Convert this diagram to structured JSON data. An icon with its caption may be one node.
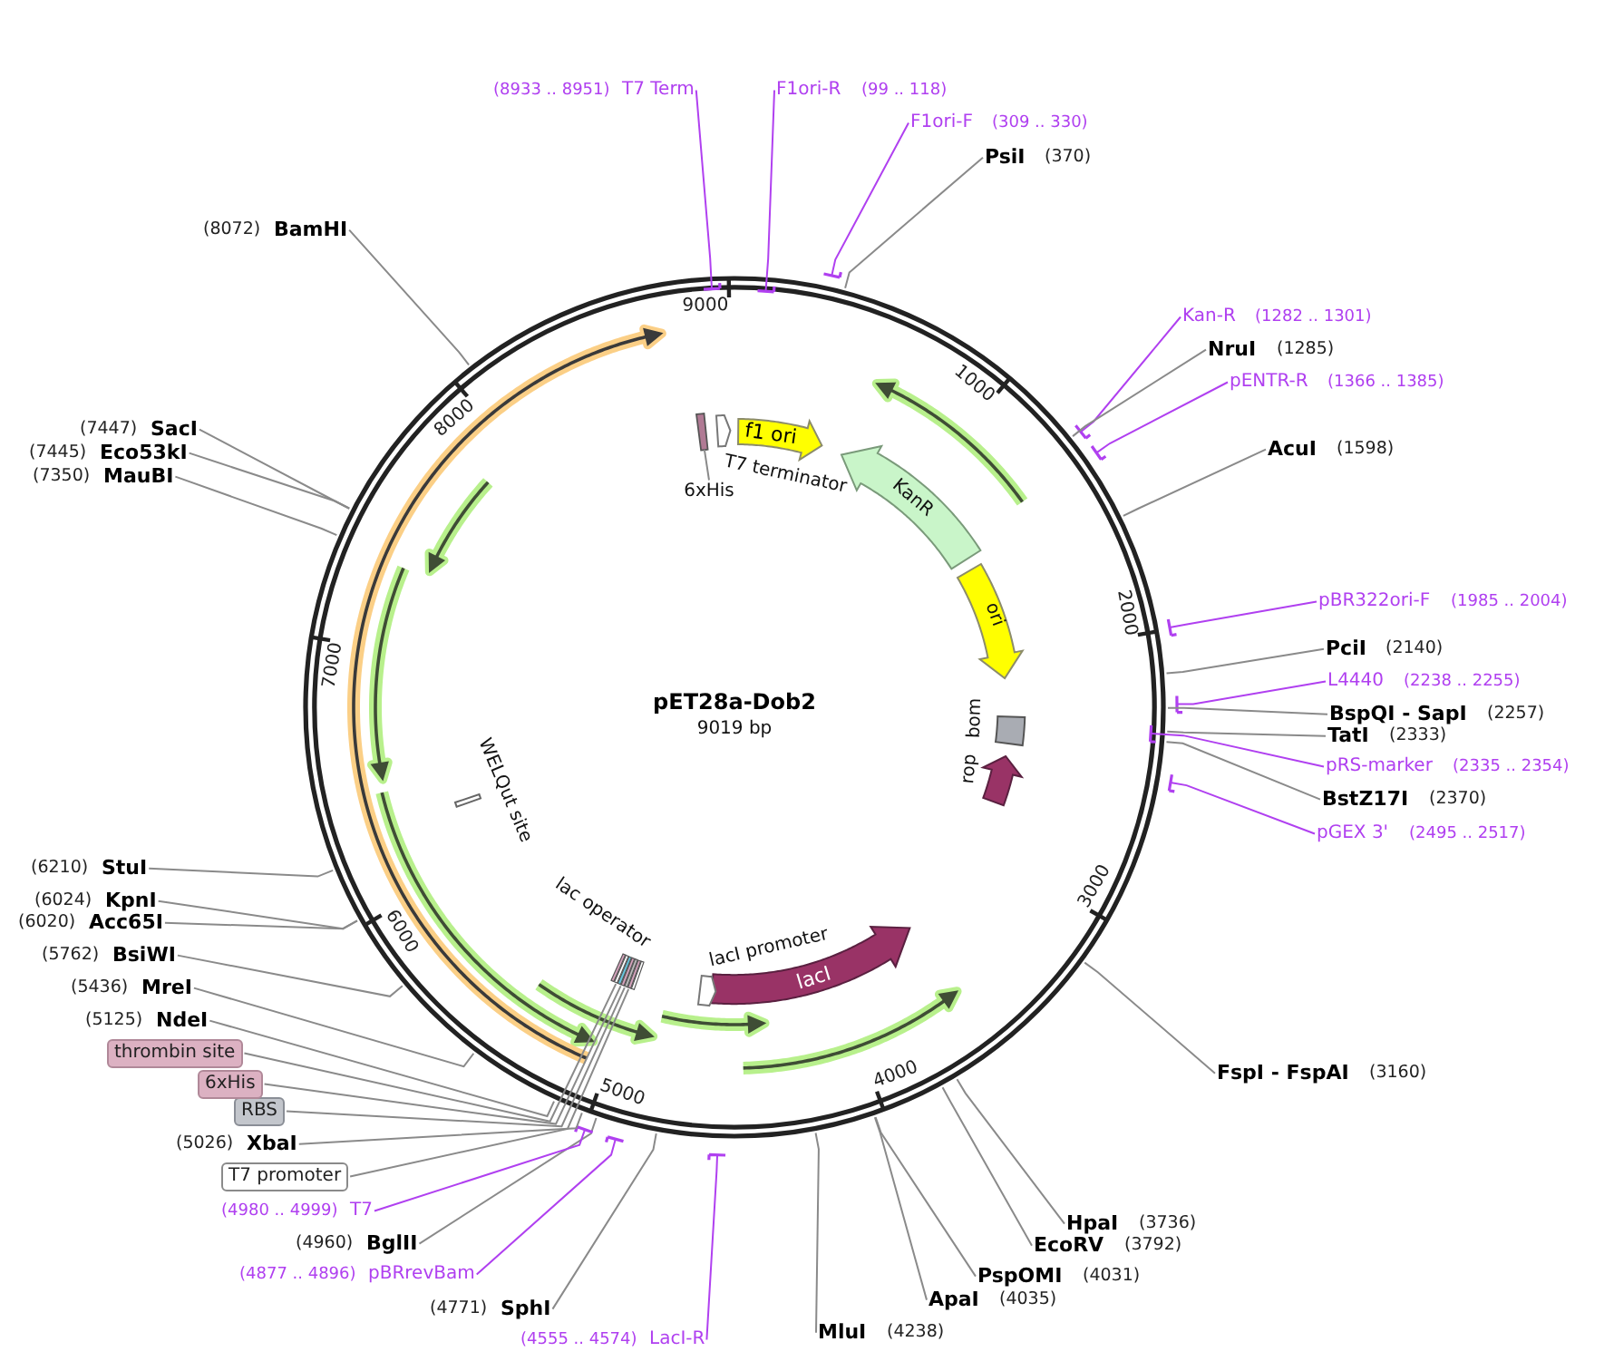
{
  "diagram": {
    "nodes": [
      {
        "text": [
          "pET28a-Dob2",
          "9019 bp"
        ]
      },
      {
        "text": [
          "f1 ori"
        ],
        "in": 0
      },
      {
        "text": [
          "T7 terminator"
        ],
        "in": 0
      },
      {
        "text": [],
        "shape": "bar",
        "in": 0
      },
      {
        "text": [
          "6xHis"
        ],
        "in": 0
      },
      {
        "text": [
          "KanR"
        ],
        "in": 0
      },
      {
        "text": [
          "ori"
        ],
        "in": 0
      },
      {
        "text": [
          "bom"
        ],
        "in": 0
      },
      {
        "text": [
          "rop"
        ],
        "in": 0
      },
      {
        "text": [
          "lacI"
        ],
        "in": 0
      },
      {
        "text": [
          "lacI promoter"
        ],
        "in": 0
      },
      {
        "text": [
          "lac operator"
        ],
        "in": 0
      },
      {
        "text": [
          "WELQut site"
        ],
        "in": 0
      },
      {
        "text": [
          "(8933 .. 8951)",
          "T7 Term"
        ]
      },
      {
        "text": [
          "F1ori-R",
          "(99 .. 118)"
        ]
      },
      {
        "text": [
          "F1ori-F",
          "(309 .. 330)"
        ]
      },
      {
        "text": [
          "PsiI",
          "(370)"
        ]
      },
      {
        "text": [
          "Kan-R",
          "(1282 .. 1301)"
        ]
      },
      {
        "text": [
          "NruI",
          "(1285)"
        ]
      },
      {
        "text": [
          "pENTR-R",
          "(1366 .. 1385)"
        ]
      },
      {
        "text": [
          "AcuI",
          "(1598)"
        ]
      },
      {
        "text": [
          "pBR322ori-F",
          "(1985 .. 2004)"
        ]
      },
      {
        "text": [
          "PciI",
          "(2140)"
        ]
      },
      {
        "text": [
          "L4440",
          "(2238 .. 2255)"
        ]
      },
      {
        "text": [
          "BspQI - SapI",
          "(2257)"
        ]
      },
      {
        "text": [
          "TatI",
          "(2333)"
        ]
      },
      {
        "text": [
          "pRS-marker",
          "(2335 .. 2354)"
        ]
      },
      {
        "text": [
          "BstZ17I",
          "(2370)"
        ]
      },
      {
        "text": [
          "pGEX 3'",
          "(2495 .. 2517)"
        ]
      },
      {
        "text": [
          "FspI - FspAI",
          "(3160)"
        ]
      },
      {
        "text": [
          "HpaI",
          "(3736)"
        ]
      },
      {
        "text": [
          "EcoRV",
          "(3792)"
        ]
      },
      {
        "text": [
          "PspOMI",
          "(4031)"
        ]
      },
      {
        "text": [
          "ApaI",
          "(4035)"
        ]
      },
      {
        "text": [
          "MluI",
          "(4238)"
        ]
      },
      {
        "text": [
          "(4555 .. 4574)",
          "LacI-R"
        ]
      },
      {
        "text": [
          "(4771)",
          "SphI"
        ]
      },
      {
        "text": [
          "(4877 .. 4896)",
          "pBRrevBam"
        ]
      },
      {
        "text": [
          "(4960)",
          "BglII"
        ]
      },
      {
        "text": [
          "(4980 .. 4999)",
          "T7"
        ]
      },
      {
        "text": [
          "T7 promoter"
        ]
      },
      {
        "text": [
          "(5026)",
          "XbaI"
        ]
      },
      {
        "text": [
          "RBS"
        ]
      },
      {
        "text": [
          "6xHis"
        ]
      },
      {
        "text": [
          "thrombin site"
        ]
      },
      {
        "text": [
          "(5125)",
          "NdeI"
        ]
      },
      {
        "text": [
          "(5436)",
          "MreI"
        ]
      },
      {
        "text": [
          "(5762)",
          "BsiWI"
        ]
      },
      {
        "text": [
          "(6020)",
          "Acc65I"
        ]
      },
      {
        "text": [
          "(6024)",
          "KpnI"
        ]
      },
      {
        "text": [
          "(6210)",
          "StuI"
        ]
      },
      {
        "text": [
          "(7350)",
          "MauBI"
        ]
      },
      {
        "text": [
          "(7445)",
          "Eco53kI"
        ]
      },
      {
        "text": [
          "(7447)",
          "SacI"
        ]
      },
      {
        "text": [
          "(8072)",
          "BamHI"
        ]
      }
    ],
    "edges": [
      {
        "from": 4,
        "to": 3,
        "arrow": "none"
      },
      {
        "from": 13,
        "to": 0,
        "arrow": "other",
        "color": "#b040f0"
      },
      {
        "from": 14,
        "to": 0,
        "arrow": "other",
        "color": "#b040f0"
      },
      {
        "from": 15,
        "to": 0,
        "arrow": "other",
        "color": "#b040f0"
      },
      {
        "from": 16,
        "to": 0,
        "arrow": "none"
      },
      {
        "from": 17,
        "to": 0,
        "arrow": "other",
        "color": "#b040f0"
      },
      {
        "from": 18,
        "to": 0,
        "arrow": "none"
      },
      {
        "from": 19,
        "to": 0,
        "arrow": "other",
        "color": "#b040f0"
      },
      {
        "from": 20,
        "to": 0,
        "arrow": "none"
      },
      {
        "from": 21,
        "to": 0,
        "arrow": "other",
        "color": "#b040f0"
      },
      {
        "from": 22,
        "to": 0,
        "arrow": "none"
      },
      {
        "from": 23,
        "to": 0,
        "arrow": "other",
        "color": "#b040f0"
      },
      {
        "from": 24,
        "to": 0,
        "arrow": "none"
      },
      {
        "from": 25,
        "to": 0,
        "arrow": "none"
      },
      {
        "from": 26,
        "to": 0,
        "arrow": "other",
        "color": "#b040f0"
      },
      {
        "from": 27,
        "to": 0,
        "arrow": "none"
      },
      {
        "from": 28,
        "to": 0,
        "arrow": "other",
        "color": "#b040f0"
      },
      {
        "from": 29,
        "to": 0,
        "arrow": "none"
      },
      {
        "from": 30,
        "to": 0,
        "arrow": "none"
      },
      {
        "from": 31,
        "to": 0,
        "arrow": "none"
      },
      {
        "from": 32,
        "to": 0,
        "arrow": "none"
      },
      {
        "from": 33,
        "to": 0,
        "arrow": "none"
      },
      {
        "from": 34,
        "to": 0,
        "arrow": "none"
      },
      {
        "from": 35,
        "to": 0,
        "arrow": "other",
        "color": "#b040f0"
      },
      {
        "from": 36,
        "to": 0,
        "arrow": "none"
      },
      {
        "from": 37,
        "to": 0,
        "arrow": "other",
        "color": "#b040f0"
      },
      {
        "from": 38,
        "to": 0,
        "arrow": "none"
      },
      {
        "from": 39,
        "to": 0,
        "arrow": "other",
        "color": "#b040f0"
      },
      {
        "from": 40,
        "to": 11,
        "arrow": "none"
      },
      {
        "from": 41,
        "to": 0,
        "arrow": "none"
      },
      {
        "from": 42,
        "to": 11,
        "arrow": "none"
      },
      {
        "from": 43,
        "to": 11,
        "arrow": "none"
      },
      {
        "from": 44,
        "to": 11,
        "arrow": "none"
      },
      {
        "from": 45,
        "to": 0,
        "arrow": "none"
      },
      {
        "from": 46,
        "to": 0,
        "arrow": "none"
      },
      {
        "from": 47,
        "to": 0,
        "arrow": "none"
      },
      {
        "from": 48,
        "to": 0,
        "arrow": "none"
      },
      {
        "from": 49,
        "to": 0,
        "arrow": "none"
      },
      {
        "from": 50,
        "to": 0,
        "arrow": "none"
      },
      {
        "from": 51,
        "to": 0,
        "arrow": "none"
      },
      {
        "from": 52,
        "to": 0,
        "arrow": "none"
      },
      {
        "from": 53,
        "to": 0,
        "arrow": "none"
      },
      {
        "from": 54,
        "to": 0,
        "arrow": "none"
      }
    ],
    "labels": [
      "1000",
      "2000",
      "3000",
      "4000",
      "5000",
      "6000",
      "7000",
      "8000",
      "9000"
    ]
  }
}
